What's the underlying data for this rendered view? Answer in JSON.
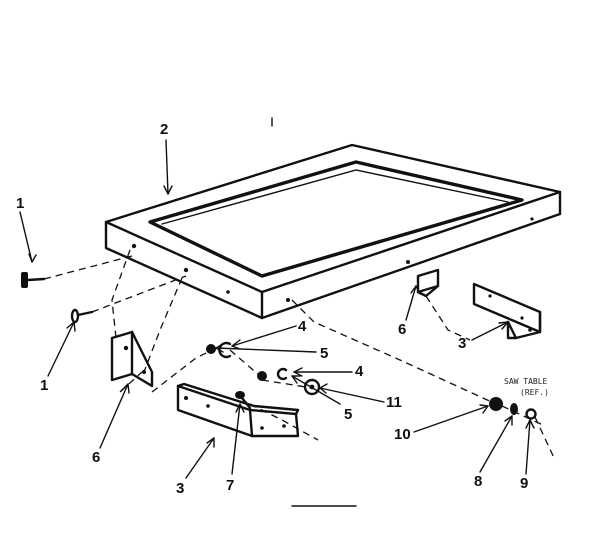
{
  "diagram": {
    "callouts": [
      "1",
      "1",
      "2",
      "3",
      "3",
      "4",
      "4",
      "5",
      "5",
      "6",
      "6",
      "7",
      "8",
      "9",
      "10",
      "11"
    ],
    "table_note": [
      "SAW TABLE",
      "(REF.)"
    ],
    "parts": [
      "table-extension",
      "screw",
      "washer",
      "bracket",
      "hex-nut",
      "lock-washer",
      "carriage-bolt"
    ]
  }
}
